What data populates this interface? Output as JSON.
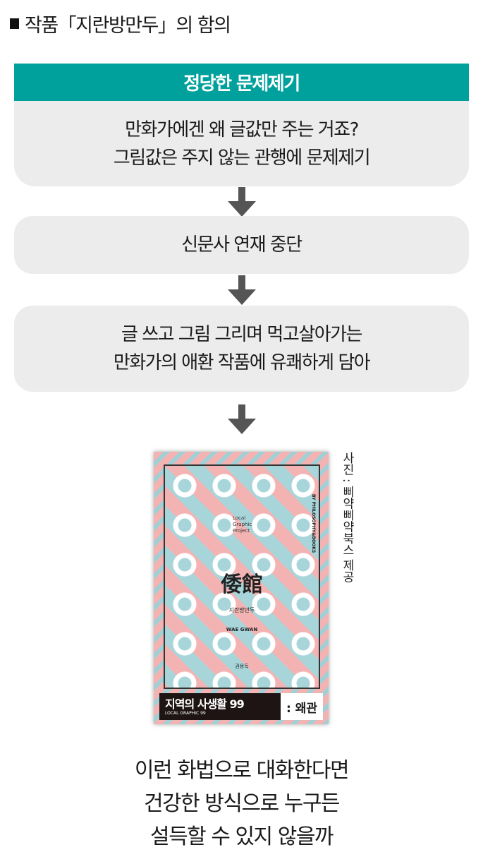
{
  "title": "작품「지란방만두」의 함의",
  "colors": {
    "accent": "#00a19d",
    "box": "#ececec",
    "arrow": "#555555"
  },
  "steps": [
    {
      "heading": "정당한 문제제기",
      "lines": [
        "만화가에겐 왜 글값만 주는 거죠?",
        "그림값은 주지 않는 관행에 문제제기"
      ]
    },
    {
      "lines": [
        "신문사 연재 중단"
      ]
    },
    {
      "lines": [
        "글 쓰고 그림 그리며 먹고살아가는",
        "만화가의 애환 작품에 유쾌하게 담아"
      ]
    }
  ],
  "book": {
    "hanja": "倭館",
    "subtitle": "지란방만두",
    "project": "Local Graphic Project",
    "wae": "WAE GWAN",
    "author": "권용득",
    "publisher": "BY PHILOSOPHY&BOOKS",
    "series": "지역의 사생활 99",
    "series_en": "LOCAL GRAPHIC 99",
    "name": ": 왜관"
  },
  "credit": "사진 : 삐약삐약북스 제공",
  "conclusion": [
    "이런 화법으로 대화한다면",
    "건강한 방식으로 누구든",
    "설득할 수 있지 않을까"
  ]
}
